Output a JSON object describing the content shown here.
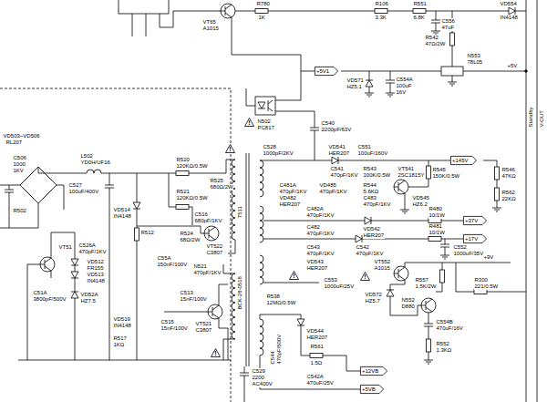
{
  "diagram": {
    "nodes": [
      {
        "text": [
          "+5V1"
        ]
      },
      {
        "text": [
          "!"
        ]
      },
      {
        "text": [
          "!"
        ]
      },
      {
        "text": [
          "+145V"
        ]
      },
      {
        "text": [
          "+37V"
        ]
      },
      {
        "text": [
          "+17V"
        ]
      },
      {
        "text": [
          "!"
        ]
      },
      {
        "text": [
          "!"
        ]
      },
      {
        "text": [
          "!"
        ]
      },
      {
        "text": [
          "+12VB"
        ]
      },
      {
        "text": [
          "+5VB"
        ]
      }
    ],
    "labels": [
      "VT65",
      "A1015",
      "R780",
      "1K",
      "R106",
      "3.3K",
      "R551",
      "6.8K",
      "C556",
      "47uF",
      "VD554",
      "IN4148",
      "R542",
      "47Ω/2W",
      "N553",
      "78L05",
      "+5V",
      "VD571",
      "HZ5.1",
      "C554A",
      "100uF",
      "16V",
      "Standby",
      "V-OUT",
      "N502",
      "PC817",
      "C540",
      "2200pF/63V",
      "C528",
      "1000pF/2KV",
      "VD541",
      "HER207",
      "C551",
      "100uF/160V",
      "C541",
      "470pF/1KV",
      "R543",
      "100K/0.5W",
      "VT541",
      "2SC1815Y",
      "R545",
      "150K/0.5W",
      "R546",
      "47KΩ",
      "R562",
      "22KΩ",
      "C481A",
      "470pF/1KV",
      "VD485",
      "470pF/1KV",
      "R544",
      "5.6KΩ",
      "VD482",
      "HER207",
      "C483",
      "470pF/1KV",
      "VD545",
      "HZ6.2",
      "C482A",
      "470pF/1KV",
      "R480",
      "10/1W",
      "C482",
      "470pF/1KV",
      "R481",
      "10/1W",
      "VD542",
      "HER207",
      "C543",
      "470pF/1KV",
      "C542",
      "470pF/1KV",
      "C552",
      "1000uF/35V",
      "VD543",
      "HER207",
      "VT552",
      "A1015",
      "+9V",
      "C553",
      "1000uF/25V",
      "R557",
      "1.5K/2W",
      "R300",
      "221/0.5W",
      "VD572",
      "HZ5.7",
      "N552",
      "D880",
      "C554B",
      "470uF/16V",
      "R552",
      "1.3KΩ",
      "VD544",
      "HER207",
      "C544",
      "470pF/500V",
      "R538",
      "12MΩ/0.5W",
      "R561",
      "1.5Ω",
      "C542A",
      "470uF/25V",
      "C529",
      "2200",
      "AC400V",
      "T511",
      "BCK-28-0518",
      "VD503~VD506",
      "RL207",
      "C506",
      "1000",
      "1KV",
      "L502",
      "YD0H/UF16",
      "C527",
      "100uF/400V",
      "R520",
      "120KΩ/0.5W",
      "R521",
      "120KΩ/0.5W",
      "R525",
      "680Ω/2W",
      "C516",
      "680pF/1KV",
      "VD514",
      "IN4148",
      "R512",
      "C526A",
      "470pF/1KV",
      "VD512",
      "FR155",
      "VD513",
      "IN4148",
      "VD52A",
      "HZ7.5",
      "VT51",
      "C51A",
      "3800pF/500V",
      "R524",
      "68Ω/2W",
      "VT522",
      "C3807",
      "C55A",
      "150nF/100V",
      "N521",
      "470pF/1KV",
      "VD519",
      "IN4148",
      "C513",
      "15nF/100V",
      "C515",
      "15nF/100V",
      "R517",
      "1KΩ",
      "VT521",
      "C3807",
      "R502"
    ]
  }
}
